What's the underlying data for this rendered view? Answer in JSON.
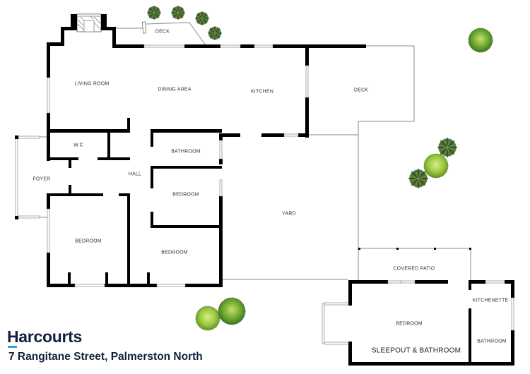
{
  "brand": {
    "name": "Harcourts",
    "accent_color": "#2ea3dc",
    "text_color": "#14213d"
  },
  "address": "7 Rangitane Street, Palmerston North",
  "rooms": {
    "deck_top": "DECK",
    "living_room": "LIVING ROOM",
    "dining_area": "DINING AREA",
    "kitchen": "KITCHEN",
    "deck_right": "DECK",
    "wc": "W.C",
    "hall": "HALL",
    "bathroom_main": "BATHROOM",
    "foyer": "FOYER",
    "bedroom_mid": "BEDROOM",
    "bedroom_left": "BEDROOM",
    "bedroom_bottom": "BEDROOM",
    "yard": "YARD",
    "covered_patio": "COVERED PATIO",
    "sleepout_bedroom": "BEDROOM",
    "kitchenette": "KITCHENETTE",
    "sleepout_bathroom": "BATHROOM",
    "sleepout_title": "SLEEPOUT & BATHROOM"
  },
  "colors": {
    "wall": "#000000",
    "outline": "#888888",
    "tree_dark": "#3e5f2a",
    "tree_light": "#a6cf4a"
  }
}
